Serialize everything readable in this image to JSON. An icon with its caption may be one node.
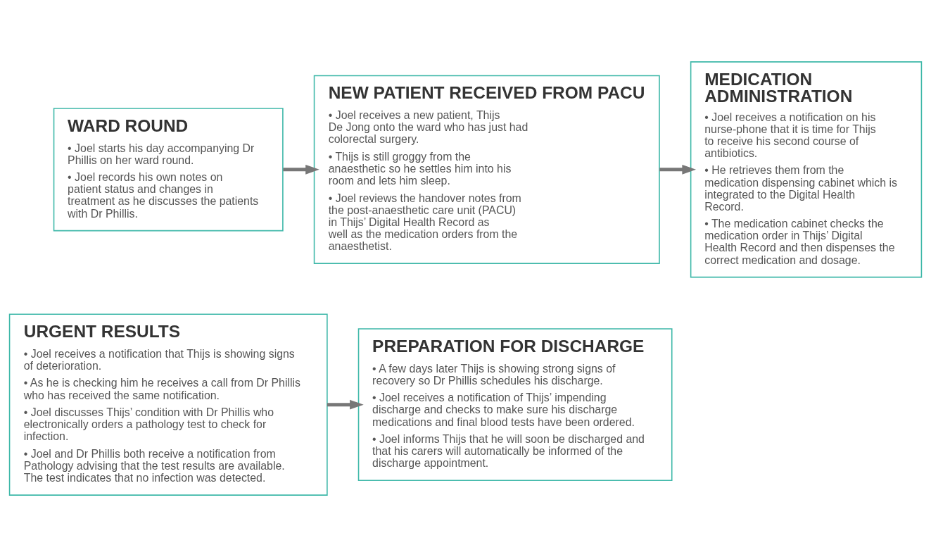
{
  "diagram": {
    "nodes": [
      {
        "text": [
          "WARD ROUND",
          "• Joel starts his day accompanying Dr Phillis on her ward round.",
          "• Joel records his own notes on patient status and changes in treatment as he discusses the patients with Dr Phillis."
        ]
      },
      {
        "text": [
          "NEW PATIENT RECEIVED FROM PACU",
          "• Joel receives a new patient, Thijs De Jong onto the ward who has just had colorectal surgery.",
          "• Thijs is still groggy from the anaesthetic so he settles him into his room and lets him sleep.",
          "• Joel reviews the handover notes from the post-anaesthetic care unit (PACU) in Thijs’ Digital Health Record as well as the medication orders from the anaesthetist."
        ]
      },
      {
        "text": [
          "MEDICATION ADMINISTRATION",
          "• Joel receives a notification on his nurse-phone that it is time for Thijs to receive his second course of antibiotics.",
          "• He retrieves them from the medication dispensing cabinet which is integrated to the Digital Health Record.",
          "• The medication cabinet checks the medication order in Thijs’ Digital Health Record and then dispenses the correct medication and dosage."
        ]
      },
      {
        "text": [
          "URGENT RESULTS",
          "• Joel receives a notification that Thijs is showing signs of deterioration.",
          "• As he is checking him he receives a call from Dr Phillis who has received the same notification.",
          "• Joel discusses Thijs’ condition with Dr Phillis who electronically orders a pathology test to check for infection.",
          "• Joel and Dr Phillis both receive a notification from Pathology advising that the test results are available. The test indicates that no infection was detected."
        ]
      },
      {
        "text": [
          "PREPARATION FOR DISCHARGE",
          "• A few days later Thijs is showing strong signs of recovery so Dr Phillis schedules his discharge.",
          "• Joel receives a notification of Thijs’ impending discharge and checks to make sure his discharge medications and final blood tests have been ordered.",
          "• Joel informs Thijs that he will soon be discharged and that his carers will automatically be informed of the discharge appointment."
        ]
      }
    ],
    "edges": [
      {
        "from": 0,
        "to": 1,
        "arrow": "to"
      },
      {
        "from": 1,
        "to": 2,
        "arrow": "to"
      },
      {
        "from": 3,
        "to": 4,
        "arrow": "to"
      }
    ]
  }
}
